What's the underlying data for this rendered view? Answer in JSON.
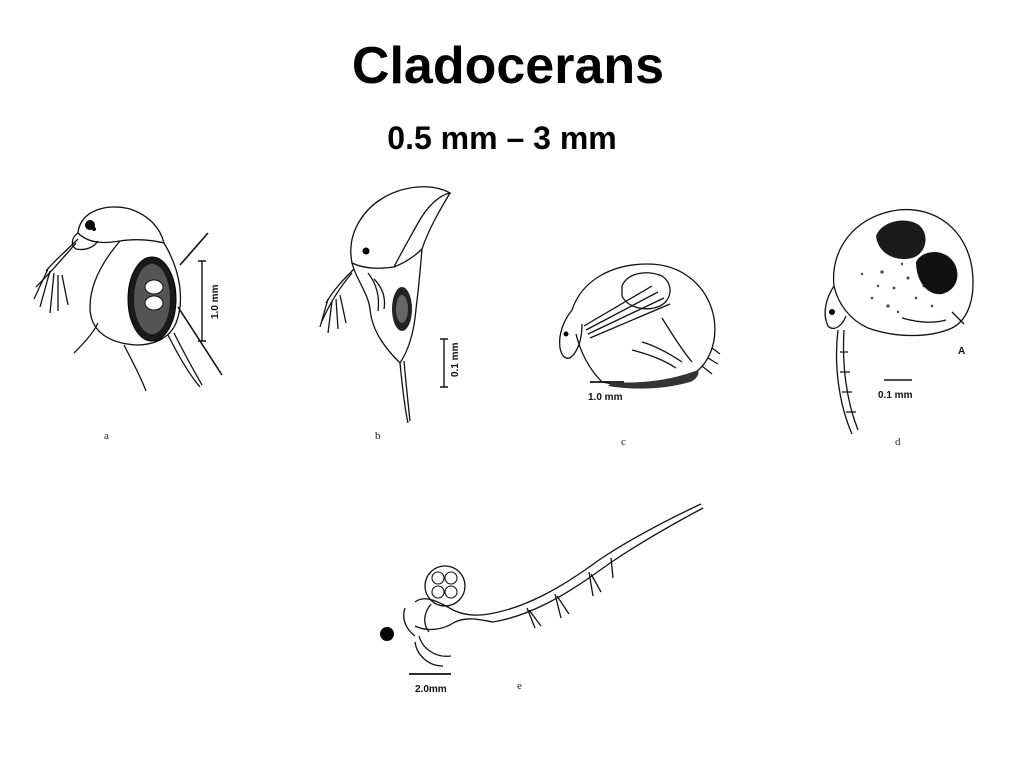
{
  "slide": {
    "title": "Cladocerans",
    "subtitle": "0.5 mm – 3 mm"
  },
  "figures": [
    {
      "letter": "a",
      "scale_label": "1.0 mm",
      "subject": "daphnia-illustration"
    },
    {
      "letter": "b",
      "scale_label": "0.1 mm",
      "subject": "helmeted-daphnia-illustration"
    },
    {
      "letter": "c",
      "scale_label": "1.0 mm",
      "subject": "round-cladoceran-illustration"
    },
    {
      "letter": "d",
      "scale_label": "0.1 mm",
      "subject": "chydorid-illustration",
      "panel_mark": "A"
    },
    {
      "letter": "e",
      "scale_label": "2.0mm",
      "subject": "spiny-water-flea-illustration"
    }
  ],
  "colors": {
    "background": "#ffffff",
    "ink": "#000000"
  }
}
